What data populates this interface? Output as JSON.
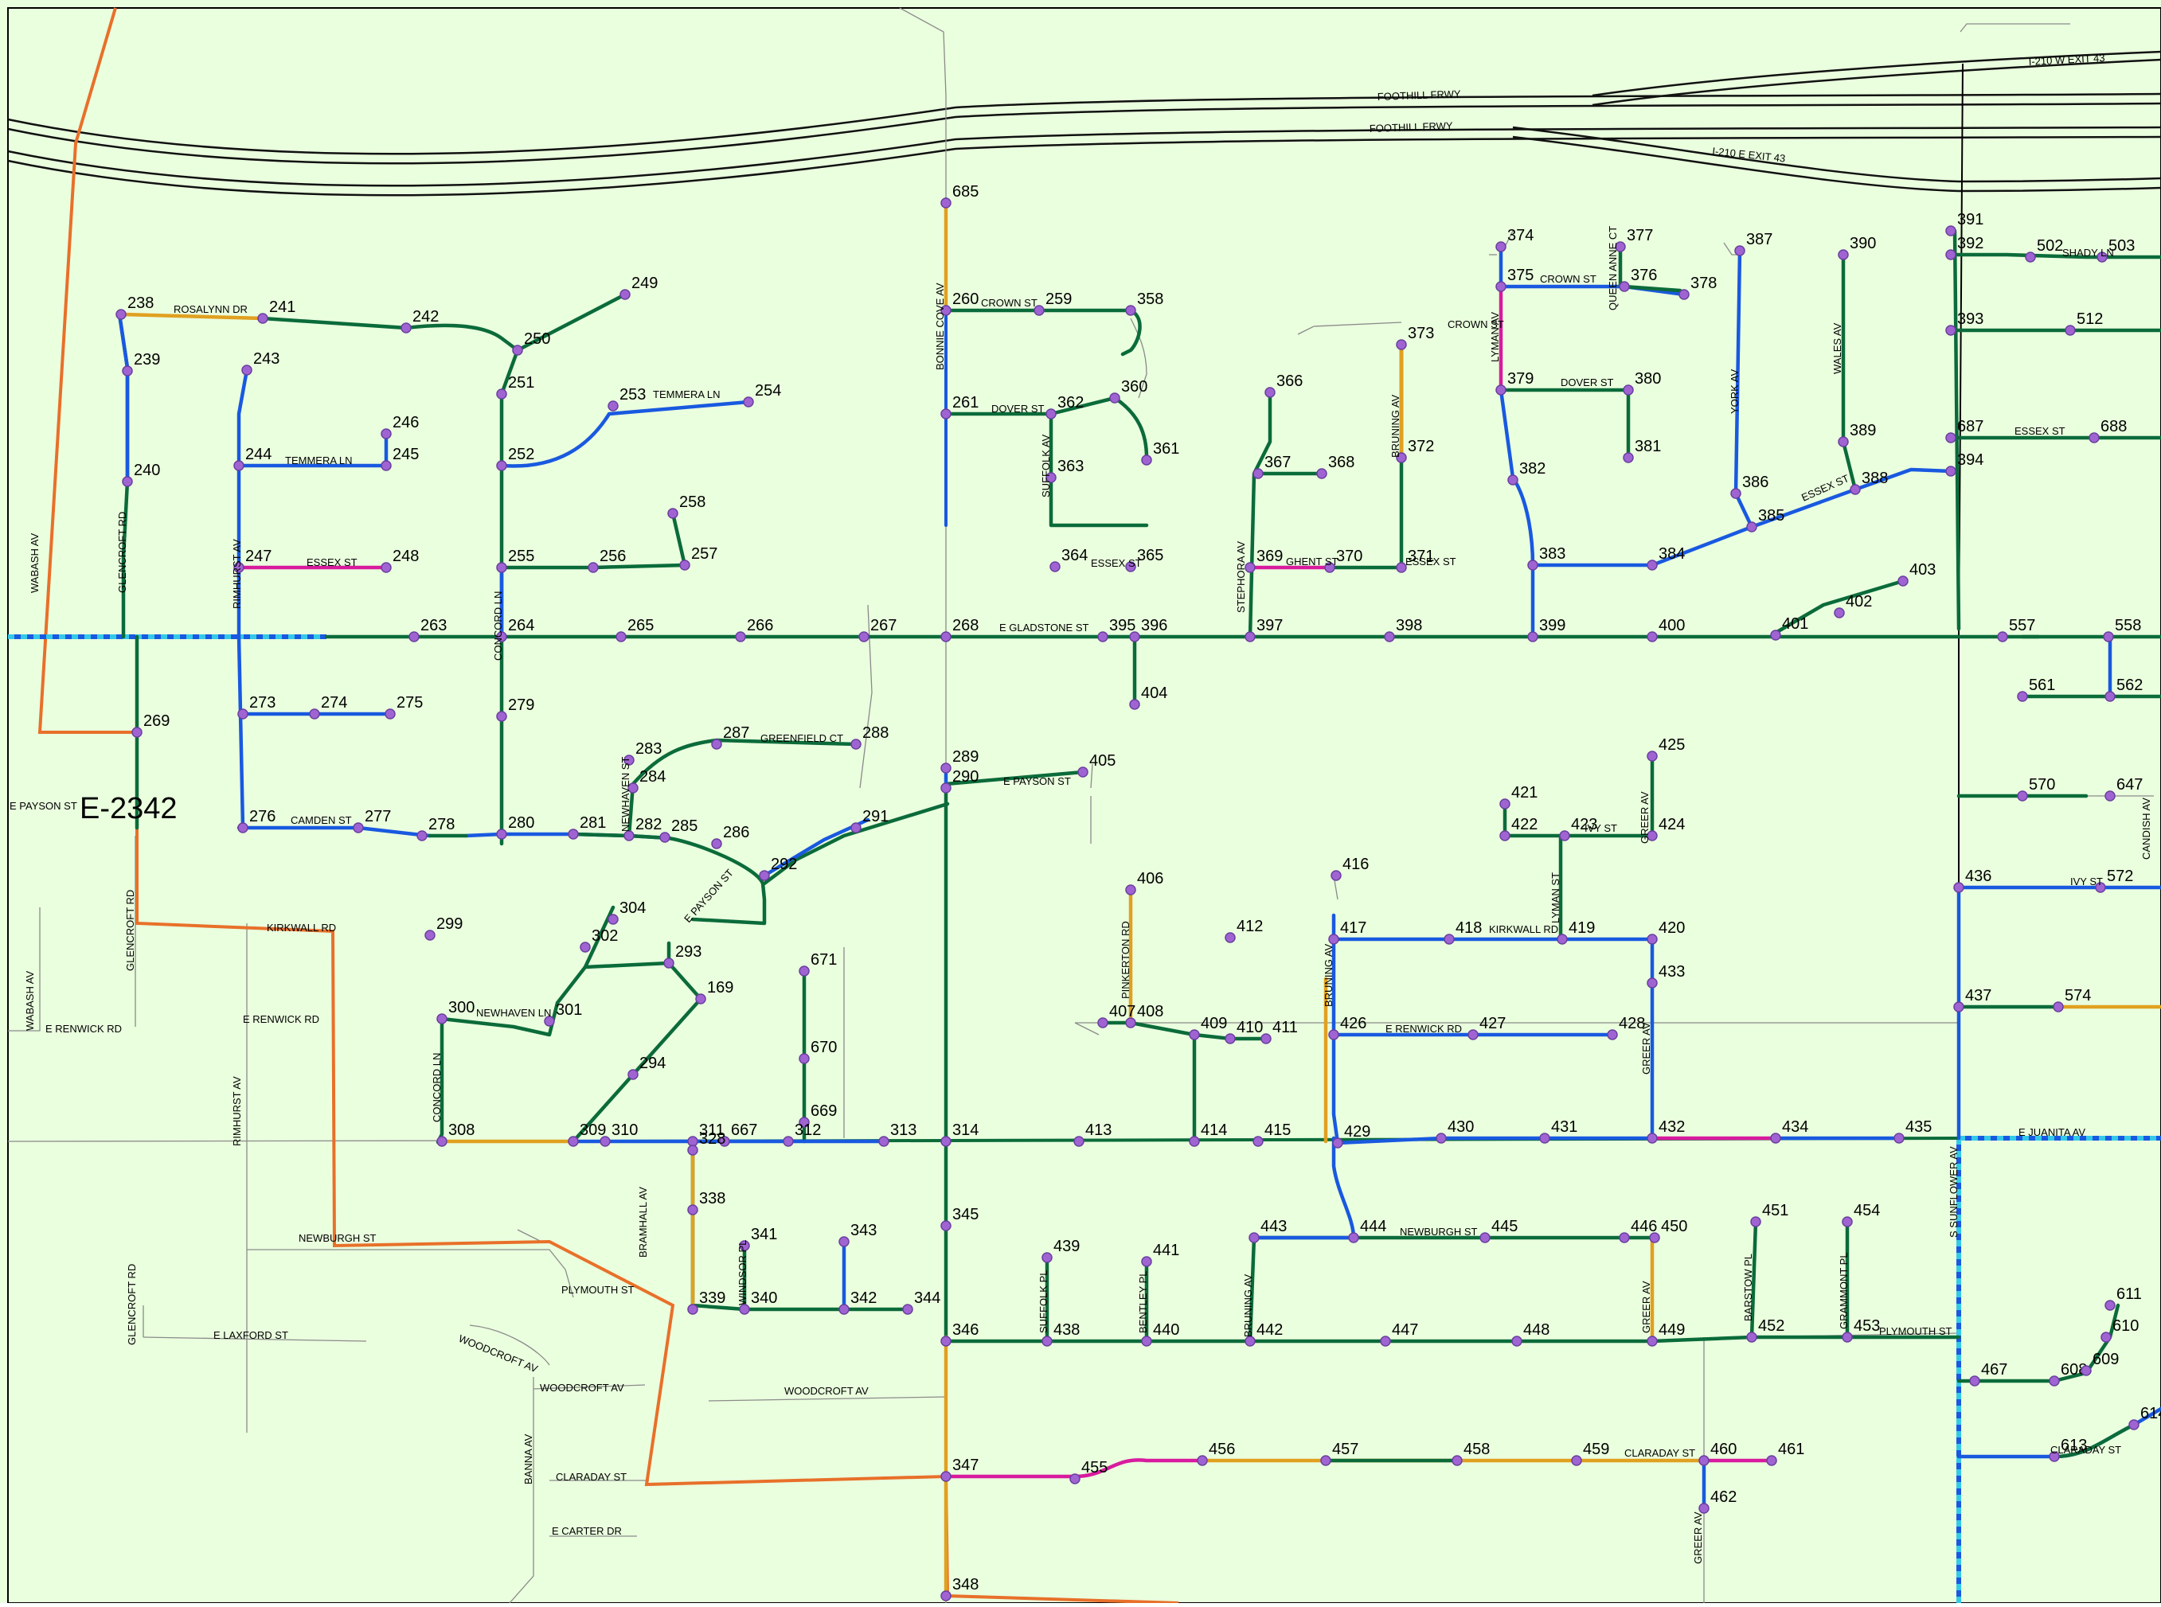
{
  "map": {
    "district_label": "E-2342",
    "colors": {
      "background": "#eaffde",
      "pipe_green": "#0b6b3a",
      "pipe_blue": "#1959e0",
      "pipe_orange": "#e0a020",
      "pipe_magenta": "#d81b9e",
      "boundary_orange": "#e8702a",
      "street_gray": "#8a8a8a",
      "node_purple": "#a064d2",
      "node_border": "#6a3fa0",
      "trunk_cyan": "#35c9e8"
    },
    "street_labels": [
      "FOOTHILL FRWY",
      "FOOTHILL FRWY",
      "I-210 W EXIT 43",
      "I-210 E EXIT 43",
      "ROSALYNN DR",
      "TEMMERA LN",
      "TEMMERA LN",
      "ESSEX ST",
      "ESSEX ST",
      "CONCORD LN",
      "GLENCROFT RD",
      "WABASH AV",
      "RIMHURST AV",
      "E GLADSTONE ST",
      "CROWN ST",
      "DOVER ST",
      "SUFFOLK AV",
      "ESSEX ST",
      "BONNIE COVE AV",
      "STEPHORA AV",
      "GHENT ST",
      "BRUNING AV",
      "CROWN ST",
      "LYMAN AV",
      "CROWN ST",
      "QUEEN ANNE CT",
      "DOVER ST",
      "YORK AV",
      "WALES AV",
      "ESSEX ST",
      "SHADY LN",
      "ESSEX ST",
      "CAMDEN ST",
      "GREENFIELD CT",
      "NEWHAVEN ST",
      "E PAYSON ST",
      "E PAYSON ST",
      "E PAYSON ST",
      "KIRKWALL RD",
      "GLENCROFT RD",
      "WABASH AV",
      "E RENWICK RD",
      "E RENWICK RD",
      "RIMHURST AV",
      "NEWHAVEN LN",
      "CONCORD LN",
      "PINKERTON RD",
      "BRUNING AV",
      "KIRKWALL RD",
      "E RENWICK RD",
      "LYMAN ST",
      "IVY ST",
      "GREER AV",
      "GREER AV",
      "E JUANITA AV",
      "IVY ST",
      "CANDISH AV",
      "S SUNFLOWER AV",
      "BRAMHALL AV",
      "NEWBURGH ST",
      "GLENCROFT RD",
      "E LAXFORD ST",
      "PLYMOUTH ST",
      "WOODCROFT AV",
      "WOODCROFT AV",
      "WOODCROFT AV",
      "WINDSOR PL",
      "SUFFOLK PL",
      "BENTLEY PL",
      "BRUNING AV",
      "NEWBURGH ST",
      "GREER AV",
      "BARSTOW PL",
      "GRAMMONT PL",
      "PLYMOUTH ST",
      "BANNA AV",
      "CLARADAY ST",
      "E CARTER DR",
      "CLARADAY ST",
      "CLARADAY ST",
      "GREER AV"
    ],
    "node_ids": [
      "685",
      "238",
      "241",
      "242",
      "249",
      "250",
      "239",
      "243",
      "251",
      "253",
      "254",
      "246",
      "245",
      "244",
      "252",
      "240",
      "258",
      "247",
      "248",
      "255",
      "256",
      "257",
      "263",
      "264",
      "265",
      "266",
      "267",
      "268",
      "269",
      "273",
      "274",
      "275",
      "279",
      "284",
      "283",
      "287",
      "288",
      "276",
      "277",
      "278",
      "280",
      "281",
      "282",
      "285",
      "286",
      "292",
      "291",
      "289",
      "290",
      "405",
      "299",
      "304",
      "302",
      "293",
      "300",
      "301",
      "169",
      "294",
      "671",
      "670",
      "669",
      "308",
      "309",
      "310",
      "311",
      "667",
      "312",
      "313",
      "314",
      "328",
      "338",
      "341",
      "343",
      "339",
      "340",
      "342",
      "344",
      "345",
      "346",
      "347",
      "348",
      "260",
      "259",
      "358",
      "360",
      "361",
      "261",
      "362",
      "363",
      "364",
      "365",
      "395",
      "396",
      "404",
      "366",
      "367",
      "368",
      "369",
      "370",
      "371",
      "397",
      "398",
      "373",
      "372",
      "374",
      "377",
      "375",
      "376",
      "378",
      "387",
      "390",
      "379",
      "380",
      "381",
      "382",
      "383",
      "384",
      "386",
      "389",
      "385",
      "388",
      "399",
      "400",
      "401",
      "402",
      "403",
      "391",
      "392",
      "502",
      "503",
      "393",
      "512",
      "687",
      "688",
      "394",
      "557",
      "558",
      "561",
      "562",
      "570",
      "647",
      "436",
      "572",
      "437",
      "574",
      "425",
      "421",
      "422",
      "423",
      "424",
      "416",
      "417",
      "418",
      "419",
      "420",
      "433",
      "426",
      "427",
      "428",
      "406",
      "412",
      "407",
      "408",
      "409",
      "410",
      "411",
      "413",
      "414",
      "415",
      "429",
      "430",
      "431",
      "432",
      "434",
      "435",
      "439",
      "441",
      "443",
      "444",
      "445",
      "446",
      "450",
      "451",
      "454",
      "438",
      "440",
      "442",
      "447",
      "448",
      "449",
      "452",
      "453",
      "467",
      "608",
      "609",
      "610",
      "611",
      "455",
      "456",
      "457",
      "458",
      "459",
      "460",
      "461",
      "462",
      "613",
      "614"
    ]
  }
}
